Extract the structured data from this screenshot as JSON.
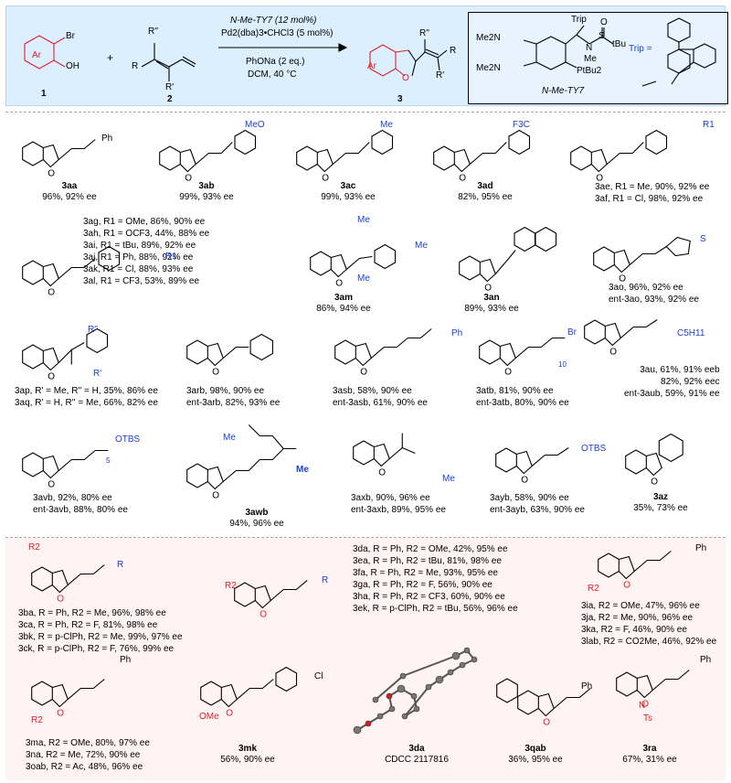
{
  "scheme": {
    "reactant1_label": "Ar",
    "reactant1_br": "Br",
    "reactant1_oh": "OH",
    "reactant1_num": "1",
    "plus": "+",
    "reactant2_r2": "R''",
    "reactant2_r": "R",
    "reactant2_r1": "R'",
    "reactant2_num": "2",
    "cond1": "N-Me-TY7 (12 mol%)",
    "cond2": "Pd2(dba)3•CHCl3 (5 mol%)",
    "cond3": "PhONa (2 eq.)",
    "cond4": "DCM, 40 °C",
    "product_ar": "Ar",
    "product_o": "O",
    "product_r2": "R''",
    "product_r": "R",
    "product_r1": "R'",
    "product_num": "3",
    "catalyst_name": "N-Me-TY7",
    "cat_nme2_a": "Me2N",
    "cat_nme2_b": "Me2N",
    "cat_trip": "Trip",
    "cat_s": "S",
    "cat_o": "O",
    "cat_n": "N",
    "cat_me": "Me",
    "cat_tbu": "tBu",
    "cat_ptbu2": "PtBu2",
    "trip_eq": "Trip ="
  },
  "rows": [
    [
      {
        "id": "3aa",
        "text": "96%, 92% ee"
      },
      {
        "id": "3ab",
        "text": "99%, 93% ee",
        "sub": "MeO"
      },
      {
        "id": "3ac",
        "text": "99%, 93% ee",
        "sub": "Me"
      },
      {
        "id": "3ad",
        "text": "82%, 95% ee",
        "sub": "F3C"
      },
      {
        "id": "3ae",
        "text": "3ae, R1 = Me, 90%, 92% ee",
        "sub": "R1",
        "line2": "3af, R1 = Cl, 98%, 92% ee"
      }
    ]
  ],
  "row1": {
    "aa_ph": "Ph",
    "aa_o": "O",
    "aa_num": "3aa",
    "aa_res": "96%, 92% ee",
    "ab_num": "3ab",
    "ab_res": "99%, 93% ee",
    "ab_sub": "MeO",
    "ac_num": "3ac",
    "ac_res": "99%, 93% ee",
    "ac_sub": "Me",
    "ad_num": "3ad",
    "ad_res": "82%, 95% ee",
    "ad_sub": "F3C",
    "ae_sub": "R1",
    "ae_line": "3ae, R1 = Me, 90%, 92% ee",
    "af_line": "3af, R1 = Cl, 98%, 92% ee"
  },
  "row2": {
    "ag_list": [
      "3ag, R1 = OMe, 86%, 90% ee",
      "3ah, R1 = OCF3, 44%, 88% ee",
      "3ai, R1 = tBu, 89%, 92% ee",
      "3aj, R1 = Ph, 88%, 92% ee",
      "3ak, R1 = Cl, 88%, 93% ee",
      "3al, R1 = CF3, 53%, 89% ee"
    ],
    "ag_sub": "R1",
    "am_me": "Me",
    "am_num": "3am",
    "am_res": "86%, 94% ee",
    "an_num": "3an",
    "an_res": "89%, 93% ee",
    "ao_s": "S",
    "ao_line1": "3ao, 96%, 92% ee",
    "ao_line2": "ent-3ao, 93%, 92% ee"
  },
  "row3": {
    "ap_r2": "R''",
    "ap_r1": "R'",
    "ap_line": "3ap, R' = Me, R'' = H, 35%, 86% ee",
    "aq_line": "3aq, R' = H, R'' = Me, 66%, 82% ee",
    "ar_line1": "3arb, 98%, 90% ee",
    "ar_line2": "ent-3arb, 82%, 93% ee",
    "as_ph": "Ph",
    "as_line1": "3asb, 58%, 90% ee",
    "as_line2": "ent-3asb, 61%, 90% ee",
    "at_br": "Br",
    "at_n": "10",
    "at_line1": "3atb, 81%, 90% ee",
    "at_line2": "ent-3atb, 80%, 90% ee",
    "au_sub": "C5H11",
    "au_line1": "3au, 61%, 91% eeb",
    "au_line2": "82%, 92% eec",
    "au_line3": "ent-3aub, 59%, 91% ee"
  },
  "row4": {
    "av_otbs": "OTBS",
    "av_n": "5",
    "av_line1": "3avb, 92%, 80% ee",
    "av_line2": "ent-3avb, 88%, 80% ee",
    "aw_me": "Me",
    "aw_num": "3awb",
    "aw_res": "94%, 96% ee",
    "ax_me": "Me",
    "ax_line1": "3axb, 90%, 96% ee",
    "ax_line2": "ent-3axb, 89%, 95% ee",
    "ay_otbs": "OTBS",
    "ay_line1": "3ayb, 58%, 90% ee",
    "ay_line2": "ent-3ayb, 63%, 90% ee",
    "az_num": "3az",
    "az_res": "35%, 73% ee"
  },
  "bottom": {
    "b_r2": "R2",
    "b_r": "R",
    "b_list": [
      "3ba, R = Ph, R2 = Me, 96%, 98% ee",
      "3ca, R = Ph, R2 = F, 81%, 98% ee",
      "3bk, R = p-ClPh, R2 = Me, 99%, 97% ee",
      "3ck, R = p-ClPh, R2 = F, 76%, 99% ee"
    ],
    "d_r2": "R2",
    "d_r": "R",
    "d_list": [
      "3da, R = Ph, R2 = OMe, 42%, 95% ee",
      "3ea, R = Ph, R2 = tBu, 81%, 98% ee",
      "3fa, R = Ph, R2 = Me, 93%, 95% ee",
      "3ga, R = Ph, R2 = F, 56%, 90% ee",
      "3ha, R = Ph, R2 = CF3, 60%, 90% ee",
      "3ek, R = p-ClPh, R2 = tBu, 56%, 96% ee"
    ],
    "i_ph": "Ph",
    "i_r2": "R2",
    "i_list": [
      "3ia, R2 = OMe, 47%, 96% ee",
      "3ja, R2 = Me, 90%, 96% ee",
      "3ka, R2 = F, 46%, 90% ee",
      "3lab, R2 = CO2Me, 46%, 92% ee"
    ],
    "m_ph": "Ph",
    "m_r2": "R2",
    "m_list": [
      "3ma, R2 = OMe, 80%, 97% ee",
      "3na, R2 = Me, 72%, 90% ee",
      "3oab, R2 = Ac, 48%, 96% ee"
    ],
    "mk_cl": "Cl",
    "mk_ome": "OMe",
    "mk_num": "3mk",
    "mk_res": "56%, 90% ee",
    "da_num": "3da",
    "da_ccdc": "CDCC 2117816",
    "qa_ph": "Ph",
    "qa_num": "3qab",
    "qa_res": "36%, 95% ee",
    "ra_ph": "Ph",
    "ra_n": "N",
    "ra_ts": "Ts",
    "ra_num": "3ra",
    "ra_res": "67%, 31% ee"
  }
}
